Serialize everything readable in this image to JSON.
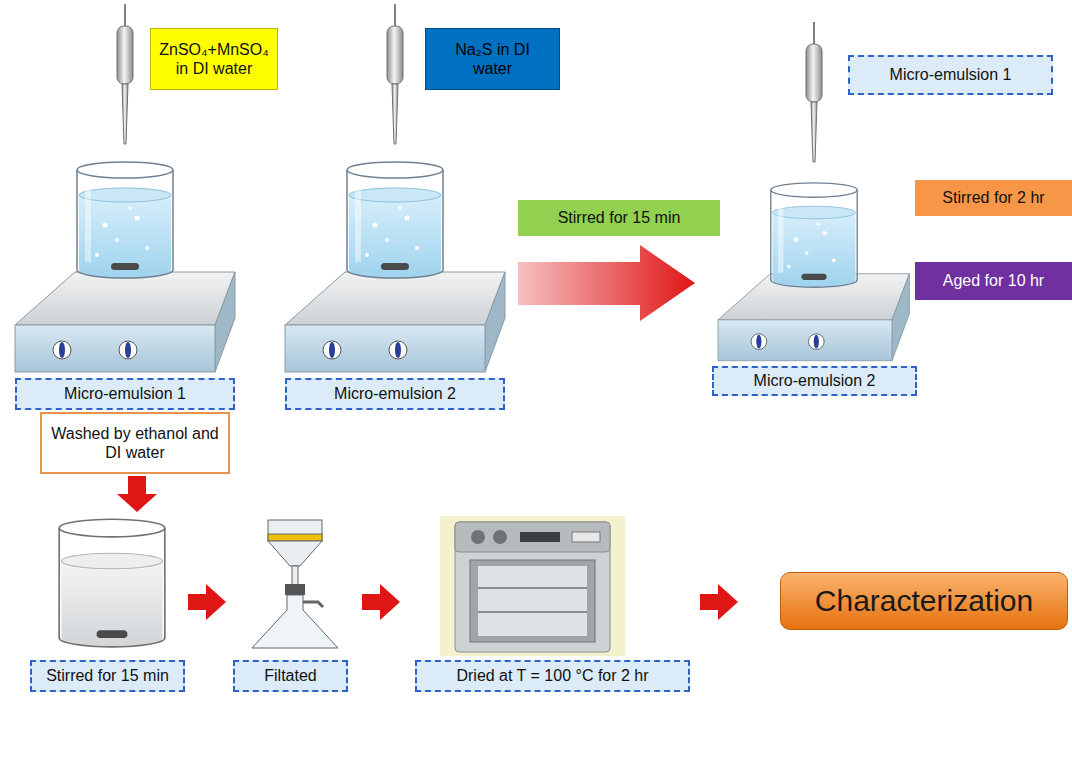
{
  "diagram": {
    "nodes": [
      {
        "text": [
          "ZnSO₄+MnSO₄ in DI water"
        ]
      },
      {
        "text": [
          "Na₂S in DI water"
        ]
      },
      {
        "text": [
          "Micro-emulsion 1"
        ]
      },
      {
        "text": [
          "Stirred  for 15 min"
        ]
      },
      {
        "text": [
          "Stirred for 2 hr"
        ]
      },
      {
        "text": [
          "Aged for 10 hr"
        ]
      },
      {
        "text": [
          "Micro-emulsion 1"
        ]
      },
      {
        "text": [
          "Micro-emulsion 2"
        ]
      },
      {
        "text": [
          "Micro-emulsion 2"
        ]
      },
      {
        "text": [
          "Washed by ethanol and DI water"
        ]
      },
      {
        "text": [
          "Stirred for 15 min"
        ]
      },
      {
        "text": [
          "Filtated"
        ]
      },
      {
        "text": [
          "Dried at T = 100 °C for 2 hr"
        ]
      },
      {
        "text": [
          "Characterization"
        ]
      }
    ]
  }
}
